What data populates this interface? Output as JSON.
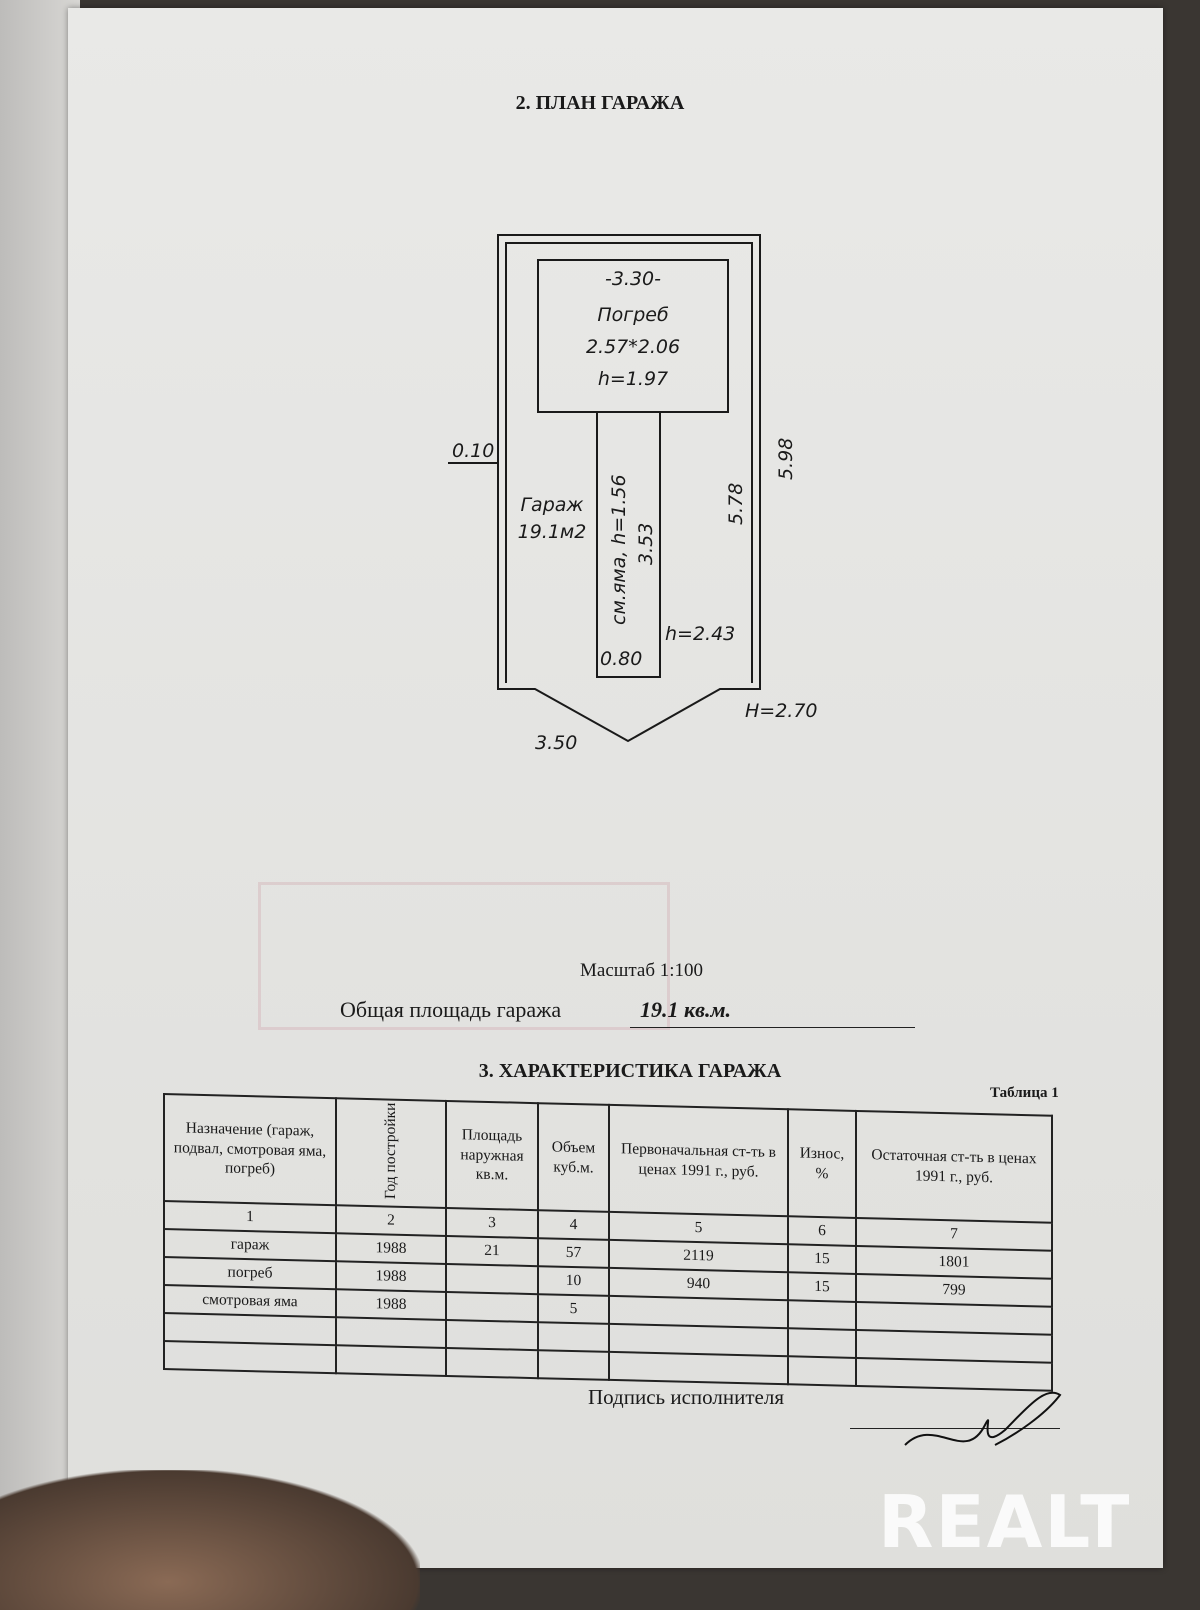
{
  "section_plan_title": "2. ПЛАН ГАРАЖА",
  "plan": {
    "cellar_width": "-3.30-",
    "cellar_label": "Погреб",
    "cellar_size": "2.57*2.06",
    "cellar_height": "h=1.97",
    "wall": "0.10",
    "garage_label": "Гараж",
    "garage_area": "19.1м2",
    "pit_label": "см.яма, h=1.56",
    "pit_length": "3.53",
    "pit_width": "0.80",
    "inner_height": "h=2.43",
    "inner_length": "5.78",
    "outer_length": "5.98",
    "width": "3.50",
    "total_height": "H=2.70"
  },
  "scale": "Масштаб 1:100",
  "total_area_label": "Общая площадь гаража",
  "total_area_value": "19.1 кв.м.",
  "section_char_title": "3. ХАРАКТЕРИСТИКА ГАРАЖА",
  "table_label": "Таблица 1",
  "table": {
    "headers": [
      "Назначение (гараж, подвал, смотровая яма, погреб)",
      "Год постройки",
      "Площадь наружная кв.м.",
      "Объем куб.м.",
      "Первоначальная ст-ть в ценах 1991 г., руб.",
      "Износ, %",
      "Остаточная ст-ть в ценах 1991 г., руб."
    ],
    "numbers": [
      "1",
      "2",
      "3",
      "4",
      "5",
      "6",
      "7"
    ],
    "rows": [
      [
        "гараж",
        "1988",
        "21",
        "57",
        "2119",
        "15",
        "1801"
      ],
      [
        "погреб",
        "1988",
        "",
        "10",
        "940",
        "15",
        "799"
      ],
      [
        "смотровая яма",
        "1988",
        "",
        "5",
        "",
        "",
        ""
      ],
      [
        "",
        "",
        "",
        "",
        "",
        "",
        ""
      ],
      [
        "",
        "",
        "",
        "",
        "",
        "",
        ""
      ]
    ]
  },
  "signature_label": "Подпись исполнителя",
  "watermark": "REALT"
}
